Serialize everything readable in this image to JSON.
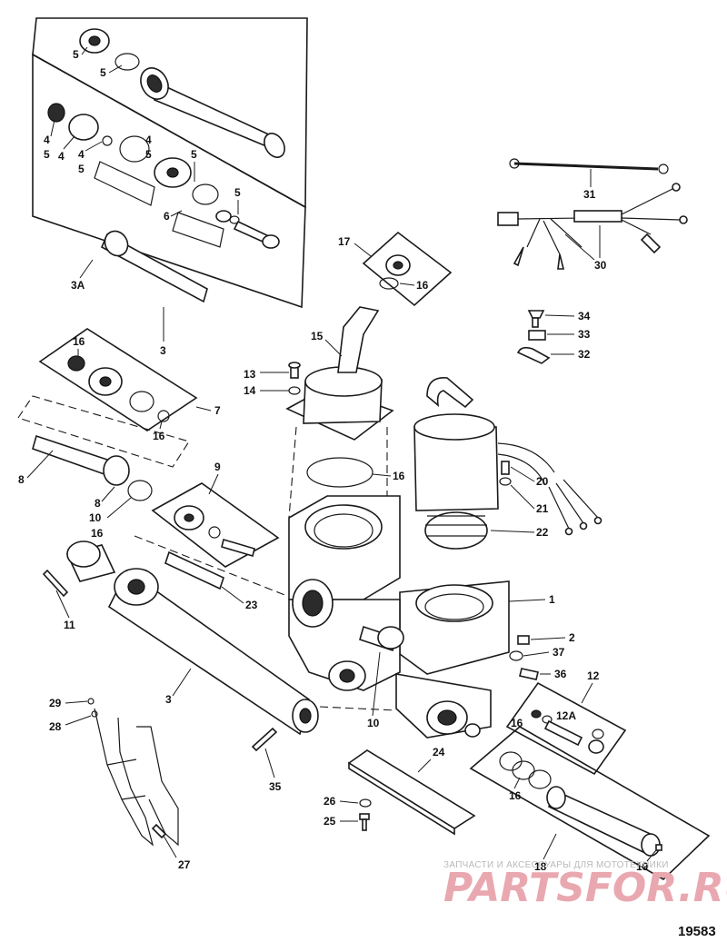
{
  "diagram": {
    "figure_number": "19583",
    "callouts": [
      "1",
      "2",
      "3",
      "3",
      "3A",
      "4",
      "4",
      "4",
      "4",
      "5",
      "5",
      "5",
      "5",
      "5",
      "5",
      "6",
      "7",
      "8",
      "8",
      "9",
      "10",
      "10",
      "11",
      "12",
      "12A",
      "13",
      "14",
      "15",
      "16",
      "16",
      "16",
      "16",
      "16",
      "16",
      "16",
      "17",
      "18",
      "19",
      "20",
      "21",
      "22",
      "23",
      "24",
      "25",
      "26",
      "27",
      "28",
      "29",
      "30",
      "31",
      "32",
      "33",
      "34",
      "35",
      "36",
      "37"
    ]
  },
  "watermark": {
    "subtitle": "ЗАПЧАСТИ И АКСЕССУАРЫ ДЛЯ МОТОТЕХНИКИ",
    "brand": "PARTSFOR.RU"
  }
}
